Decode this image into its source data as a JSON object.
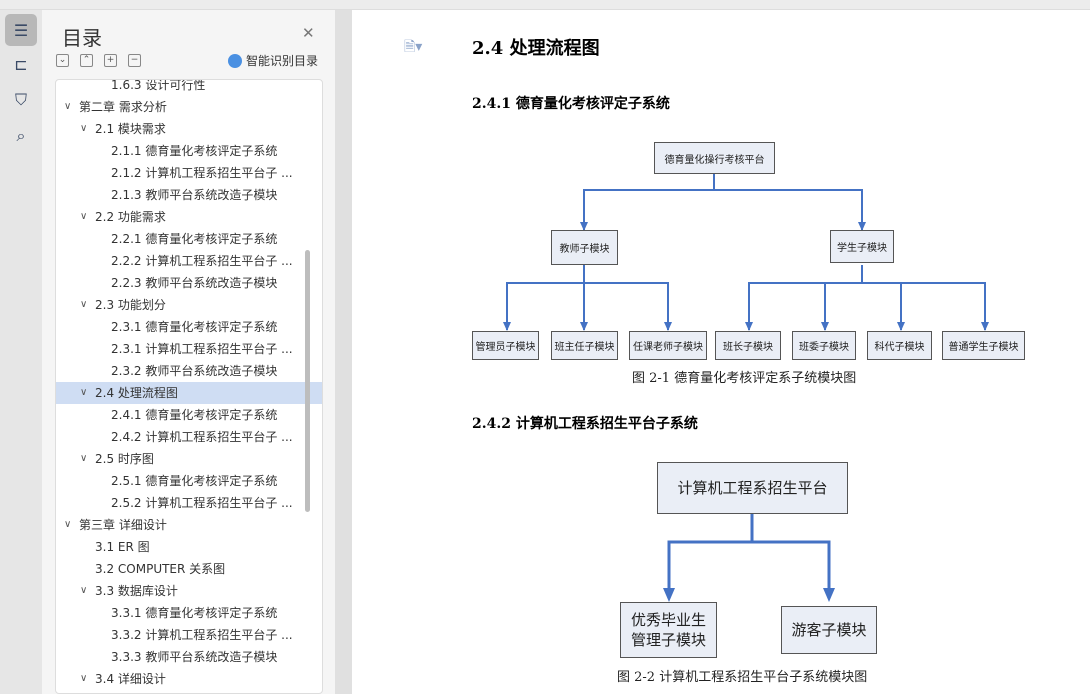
{
  "sidebar": {
    "title": "目录",
    "smart_label": "智能识别目录",
    "items": [
      {
        "label": "1.6.3  设计可行性",
        "level": 3
      },
      {
        "label": "第二章  需求分析",
        "level": 1,
        "chev": true
      },
      {
        "label": "2.1  模块需求",
        "level": 2,
        "chev": true
      },
      {
        "label": "2.1.1  德育量化考核评定子系统",
        "level": 3
      },
      {
        "label": "2.1.2  计算机工程系招生平台子 ...",
        "level": 3
      },
      {
        "label": "2.1.3  教师平台系统改造子模块",
        "level": 3
      },
      {
        "label": "2.2 功能需求",
        "level": 2,
        "chev": true
      },
      {
        "label": "2.2.1  德育量化考核评定子系统",
        "level": 3
      },
      {
        "label": "2.2.2  计算机工程系招生平台子 ...",
        "level": 3
      },
      {
        "label": "2.2.3  教师平台系统改造子模块",
        "level": 3
      },
      {
        "label": "2.3  功能划分",
        "level": 2,
        "chev": true
      },
      {
        "label": "2.3.1  德育量化考核评定子系统",
        "level": 3
      },
      {
        "label": "2.3.1  计算机工程系招生平台子 ...",
        "level": 3
      },
      {
        "label": "2.3.2  教师平台系统改造子模块",
        "level": 3
      },
      {
        "label": "2.4  处理流程图",
        "level": 2,
        "chev": true,
        "selected": true
      },
      {
        "label": "2.4.1  德育量化考核评定子系统",
        "level": 3
      },
      {
        "label": "2.4.2 计算机工程系招生平台子 ...",
        "level": 3
      },
      {
        "label": "2.5 时序图",
        "level": 2,
        "chev": true
      },
      {
        "label": "2.5.1  德育量化考核评定子系统",
        "level": 3
      },
      {
        "label": "2.5.2 计算机工程系招生平台子 ...",
        "level": 3
      },
      {
        "label": "第三章  详细设计",
        "level": 1,
        "chev": true
      },
      {
        "label": "3.1 ER 图",
        "level": 2
      },
      {
        "label": "3.2 COMPUTER 关系图",
        "level": 2
      },
      {
        "label": "3.3  数据库设计",
        "level": 2,
        "chev": true
      },
      {
        "label": "3.3.1  德育量化考核评定子系统",
        "level": 3
      },
      {
        "label": "3.3.2  计算机工程系招生平台子 ...",
        "level": 3
      },
      {
        "label": "3.3.3  教师平台系统改造子模块",
        "level": 3
      },
      {
        "label": "3.4  详细设计",
        "level": 2,
        "chev": true
      }
    ]
  },
  "doc": {
    "h2": "2.4  处理流程图",
    "h3a": "2.4.1  德育量化考核评定子系统",
    "h3b": "2.4.2 计算机工程系招生平台子系统",
    "fig1": {
      "root": "德育量化操行考核平台",
      "left": "教师子模块",
      "right": "学生子模块",
      "leaves": [
        "管理员子模块",
        "班主任子模块",
        "任课老师子模块",
        "班长子模块",
        "班委子模块",
        "科代子模块",
        "普通学生子模块"
      ],
      "caption": "图 2-1 德育量化考核评定系子统模块图"
    },
    "fig2": {
      "root": "计算机工程系招生平台",
      "left": "优秀毕业生\n管理子模块",
      "right": "游客子模块",
      "caption": "图 2-2 计算机工程系招生平台子系统模块图"
    }
  },
  "colors": {
    "arrow": "#4472c4",
    "selected": "#cfddf3"
  }
}
